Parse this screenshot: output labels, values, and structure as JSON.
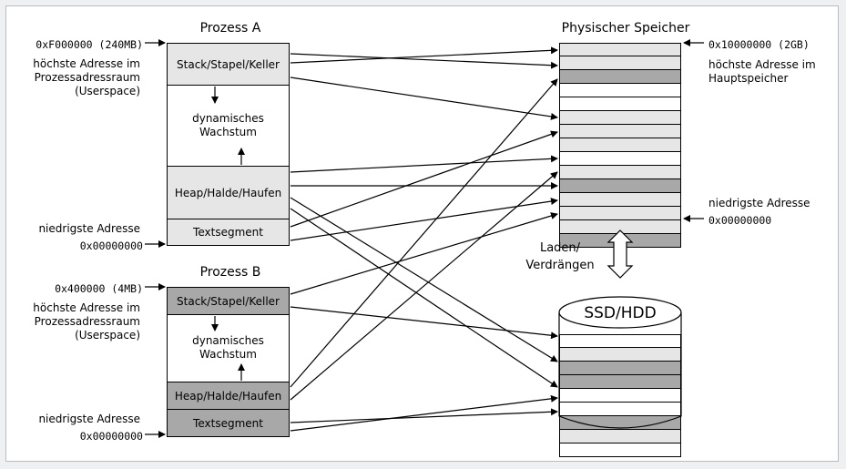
{
  "colors": {
    "light": "#e6e6e6",
    "dark": "#a8a8a8",
    "white": "#ffffff",
    "line": "#000000"
  },
  "processA": {
    "title": "Prozess A",
    "topAddress": "0xF000000 (240MB)",
    "topDesc": [
      "höchste Adresse im",
      "Prozessadressraum",
      "(Userspace)"
    ],
    "bottomDesc": "niedrigste Adresse",
    "bottomAddress": "0x00000000",
    "stack": "Stack/Stapel/Keller",
    "growth": [
      "dynamisches",
      "Wachstum"
    ],
    "heap": "Heap/Halde/Haufen",
    "text": "Textsegment"
  },
  "processB": {
    "title": "Prozess B",
    "topAddress": "0x400000 (4MB)",
    "topDesc": [
      "höchste Adresse im",
      "Prozessadressraum",
      "(Userspace)"
    ],
    "bottomDesc": "niedrigste Adresse",
    "bottomAddress": "0x00000000",
    "stack": "Stack/Stapel/Keller",
    "growth": [
      "dynamisches",
      "Wachstum"
    ],
    "heap": "Heap/Halde/Haufen",
    "text": "Textsegment"
  },
  "memory": {
    "title": "Physischer Speicher",
    "topAddress": "0x10000000 (2GB)",
    "topDesc": [
      "höchste Adresse im",
      "Hauptspeicher"
    ],
    "bottomDesc": "niedrigste Adresse",
    "bottomAddress": "0x00000000",
    "rows": [
      "light",
      "light",
      "dark",
      "white",
      "white",
      "light",
      "light",
      "light",
      "white",
      "light",
      "dark",
      "light",
      "light",
      "light",
      "dark"
    ]
  },
  "swap": {
    "label": [
      "Laden/",
      "Verdrängen"
    ]
  },
  "disk": {
    "title": "SSD/HDD",
    "rows": [
      "white",
      "light",
      "dark",
      "dark",
      "white",
      "white",
      "dark",
      "light",
      "white"
    ]
  }
}
